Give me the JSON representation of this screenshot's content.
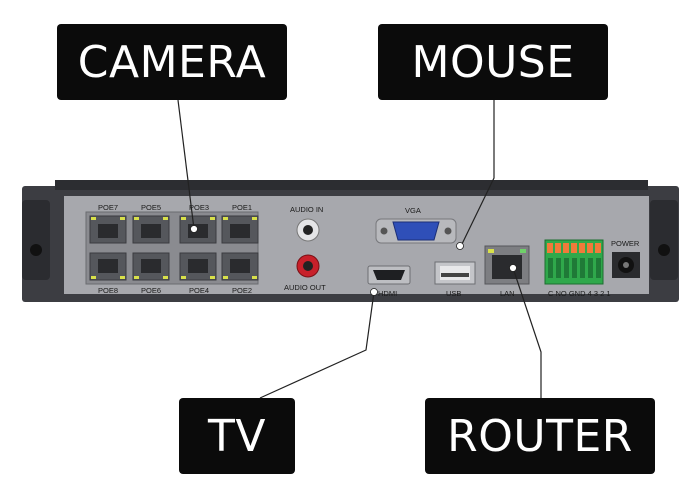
{
  "callouts": {
    "camera": "CAMERA",
    "mouse": "MOUSE",
    "tv": "TV",
    "router": "ROUTER"
  },
  "ports": {
    "poe_top": [
      "POE7",
      "POE5",
      "POE3",
      "POE1"
    ],
    "poe_bottom": [
      "POE8",
      "POE6",
      "POE4",
      "POE2"
    ],
    "audio_in": "AUDIO IN",
    "audio_out": "AUDIO OUT",
    "vga": "VGA",
    "hdmi": "HDMI",
    "usb": "USB",
    "lan": "LAN",
    "terminal": "C NO GND 4 3 2 1",
    "power": "POWER"
  },
  "colors": {
    "chassis": "#3c3d42",
    "panel": "#a7a8ad",
    "vga_blue": "#2f4fb8",
    "audio_red": "#c8202a",
    "terminal_green": "#2fa84b",
    "terminal_orange": "#f07a3a",
    "callout_bg": "#0b0b0b"
  }
}
